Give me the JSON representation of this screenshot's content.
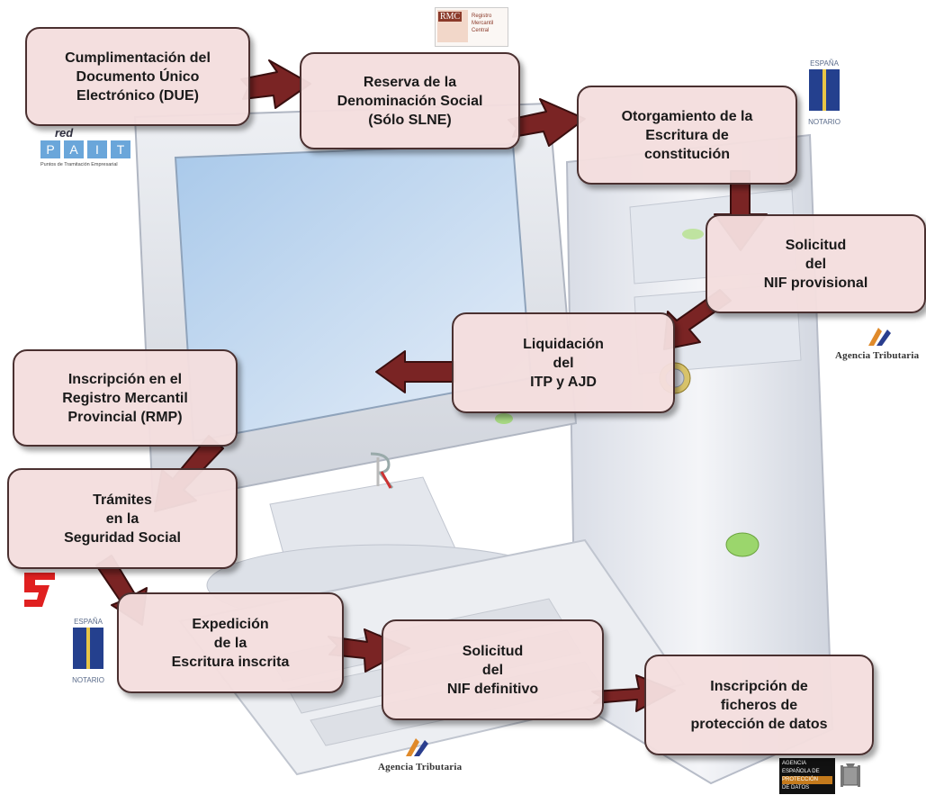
{
  "steps": [
    {
      "id": "due",
      "text": "Cumplimentación del\nDocumento Único\nElectrónico (DUE)"
    },
    {
      "id": "reserva",
      "text": "Reserva de la\nDenominación Social\n(Sólo SLNE)"
    },
    {
      "id": "otorgamiento",
      "text": "Otorgamiento de la\nEscritura de\nconstitución"
    },
    {
      "id": "nif-provisional",
      "text": "Solicitud\ndel\nNIF provisional"
    },
    {
      "id": "liquidacion",
      "text": "Liquidación\ndel\nITP y AJD"
    },
    {
      "id": "inscripcion-rmp",
      "text": "Inscripción en el\nRegistro Mercantil\nProvincial (RMP)"
    },
    {
      "id": "seguridad-social",
      "text": "Trámites\nen la\nSeguridad Social"
    },
    {
      "id": "expedicion",
      "text": "Expedición\nde la\nEscritura inscrita"
    },
    {
      "id": "nif-definitivo",
      "text": "Solicitud\ndel\nNIF definitivo"
    },
    {
      "id": "proteccion-datos",
      "text": "Inscripción de\nficheros de\nprotección de datos"
    }
  ],
  "logos": {
    "rmc": {
      "abbr": "RMC",
      "text": "Registro\nMercantil\nCentral"
    },
    "pait": {
      "red": "red",
      "letters": [
        "P",
        "A",
        "I",
        "T"
      ],
      "caption": "Puntos de Tramitación Empresarial"
    },
    "notario": {
      "top": "ESPAÑA",
      "bottom": "NOTARIO"
    },
    "agencia": "Agencia Tributaria",
    "aepd": [
      "AGENCIA",
      "ESPAÑOLA DE",
      "PROTECCIÓN",
      "DE DATOS"
    ]
  },
  "colors": {
    "box_fill": "#f4dede",
    "box_border": "#4a3030",
    "arrow": "#7a2424",
    "arrow_outline": "#3a0f0f"
  }
}
